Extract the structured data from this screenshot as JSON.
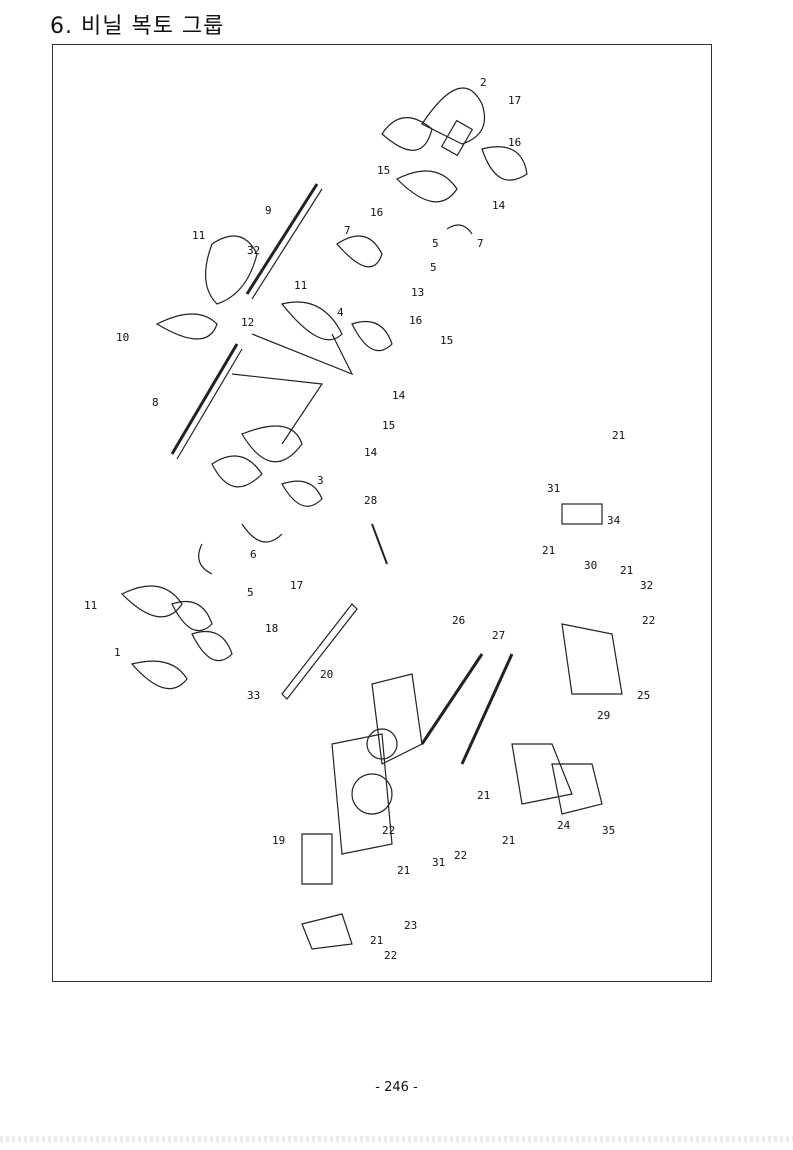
{
  "page": {
    "title": "6. 비닐 복토 그룹",
    "page_number": "- 246 -"
  },
  "diagram": {
    "labels": [
      "1",
      "2",
      "3",
      "4",
      "5",
      "5",
      "5",
      "6",
      "7",
      "7",
      "8",
      "9",
      "10",
      "11",
      "11",
      "11",
      "12",
      "13",
      "14",
      "14",
      "14",
      "15",
      "15",
      "15",
      "16",
      "16",
      "16",
      "17",
      "17",
      "18",
      "19",
      "20",
      "21",
      "21",
      "21",
      "21",
      "21",
      "21",
      "21",
      "22",
      "22",
      "22",
      "22",
      "23",
      "24",
      "25",
      "26",
      "27",
      "28",
      "29",
      "30",
      "31",
      "31",
      "32",
      "33",
      "34",
      "35"
    ]
  }
}
